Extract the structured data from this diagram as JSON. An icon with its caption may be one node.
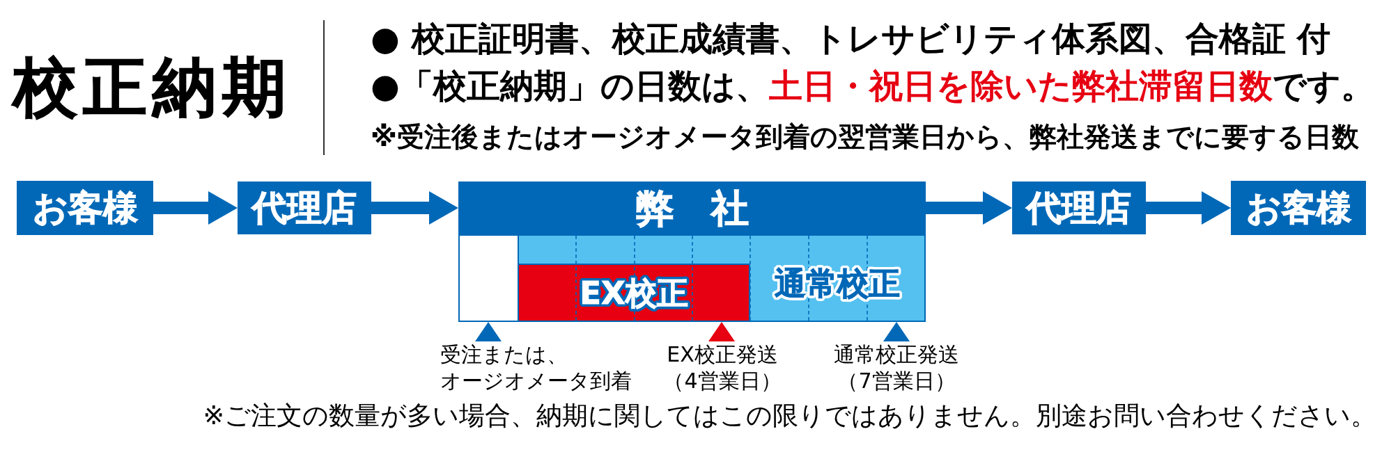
{
  "diagram": {
    "title": "校正納期",
    "nodes": [
      {
        "text": [
          "お客様"
        ]
      },
      {
        "text": [
          "代理店"
        ]
      },
      {
        "text": [
          "弊社"
        ]
      },
      {
        "text": [],
        "shape": "box",
        "in": 2
      },
      {
        "text": [
          "通常校正"
        ],
        "in": 2
      },
      {
        "text": [
          "EX校正"
        ],
        "in": 4
      },
      {
        "text": [
          "代理店"
        ]
      },
      {
        "text": [
          "お客様"
        ]
      },
      {
        "text": [
          "受注または、オージオメータ到着"
        ]
      },
      {
        "text": [
          "EX校正発送（4営業日）"
        ]
      },
      {
        "text": [
          "通常校正発送（7営業日）"
        ]
      }
    ],
    "edges": [
      {
        "from": 0,
        "to": 1,
        "arrow": "to"
      },
      {
        "from": 1,
        "to": 2,
        "arrow": "to"
      },
      {
        "from": 2,
        "to": 6,
        "arrow": "to"
      },
      {
        "from": 6,
        "to": 7,
        "arrow": "to"
      },
      {
        "from": 8,
        "to": 3,
        "arrow": "to"
      },
      {
        "from": 9,
        "to": 5,
        "arrow": "to",
        "color": "#e60012"
      },
      {
        "from": 10,
        "to": 4,
        "arrow": "to"
      }
    ],
    "labels": [
      "● 校正証明書、校正成績書、トレサビリティ体系図、合格証 付",
      "●「校正納期」の日数は、**土日・祝日を除いた弊社滞留日数**です。",
      "※受注後またはオージオメータ到着の翌営業日から、弊社発送までに要する日数",
      "※ご注文の数量が多い場合、納期に関してはこの限りではありません。別途お問い合わせください。"
    ]
  }
}
